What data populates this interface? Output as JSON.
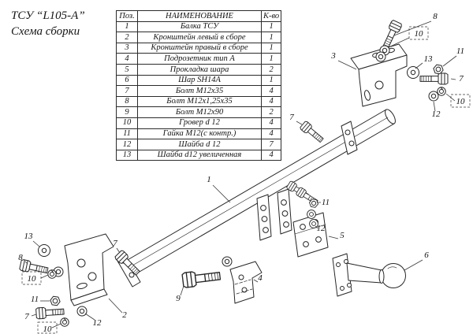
{
  "title": {
    "line1": "ТСУ “L105-А”",
    "line2": "Схема сборки"
  },
  "parts_table": {
    "headers": [
      "Поз.",
      "НАИМЕНОВАНИЕ",
      "К-во"
    ],
    "rows": [
      [
        "1",
        "Балка ТСУ",
        "1"
      ],
      [
        "2",
        "Кронштейн левый в сборе",
        "1"
      ],
      [
        "3",
        "Кронштейн правый в сборе",
        "1"
      ],
      [
        "4",
        "Подрозетник тип А",
        "1"
      ],
      [
        "5",
        "Прокладка шара",
        "2"
      ],
      [
        "6",
        "Шар SH14A",
        "1"
      ],
      [
        "7",
        "Болт М12х35",
        "4"
      ],
      [
        "8",
        "Болт М12х1,25х35",
        "4"
      ],
      [
        "9",
        "Болт М12х90",
        "2"
      ],
      [
        "10",
        "Гровер d 12",
        "4"
      ],
      [
        "11",
        "Гайка М12(с контр.)",
        "4"
      ],
      [
        "12",
        "Шайба d 12",
        "7"
      ],
      [
        "13",
        "Шайба d12 увеличенная",
        "4"
      ]
    ]
  },
  "callouts": [
    "8",
    "10",
    "13",
    "11",
    "3",
    "7",
    "10",
    "12",
    "7",
    "1",
    "11",
    "12",
    "13",
    "7",
    "8",
    "10",
    "11",
    "7",
    "10",
    "12",
    "2",
    "9",
    "4",
    "5",
    "6"
  ],
  "colors": {
    "ink": "#262626",
    "background": "#ffffff"
  }
}
